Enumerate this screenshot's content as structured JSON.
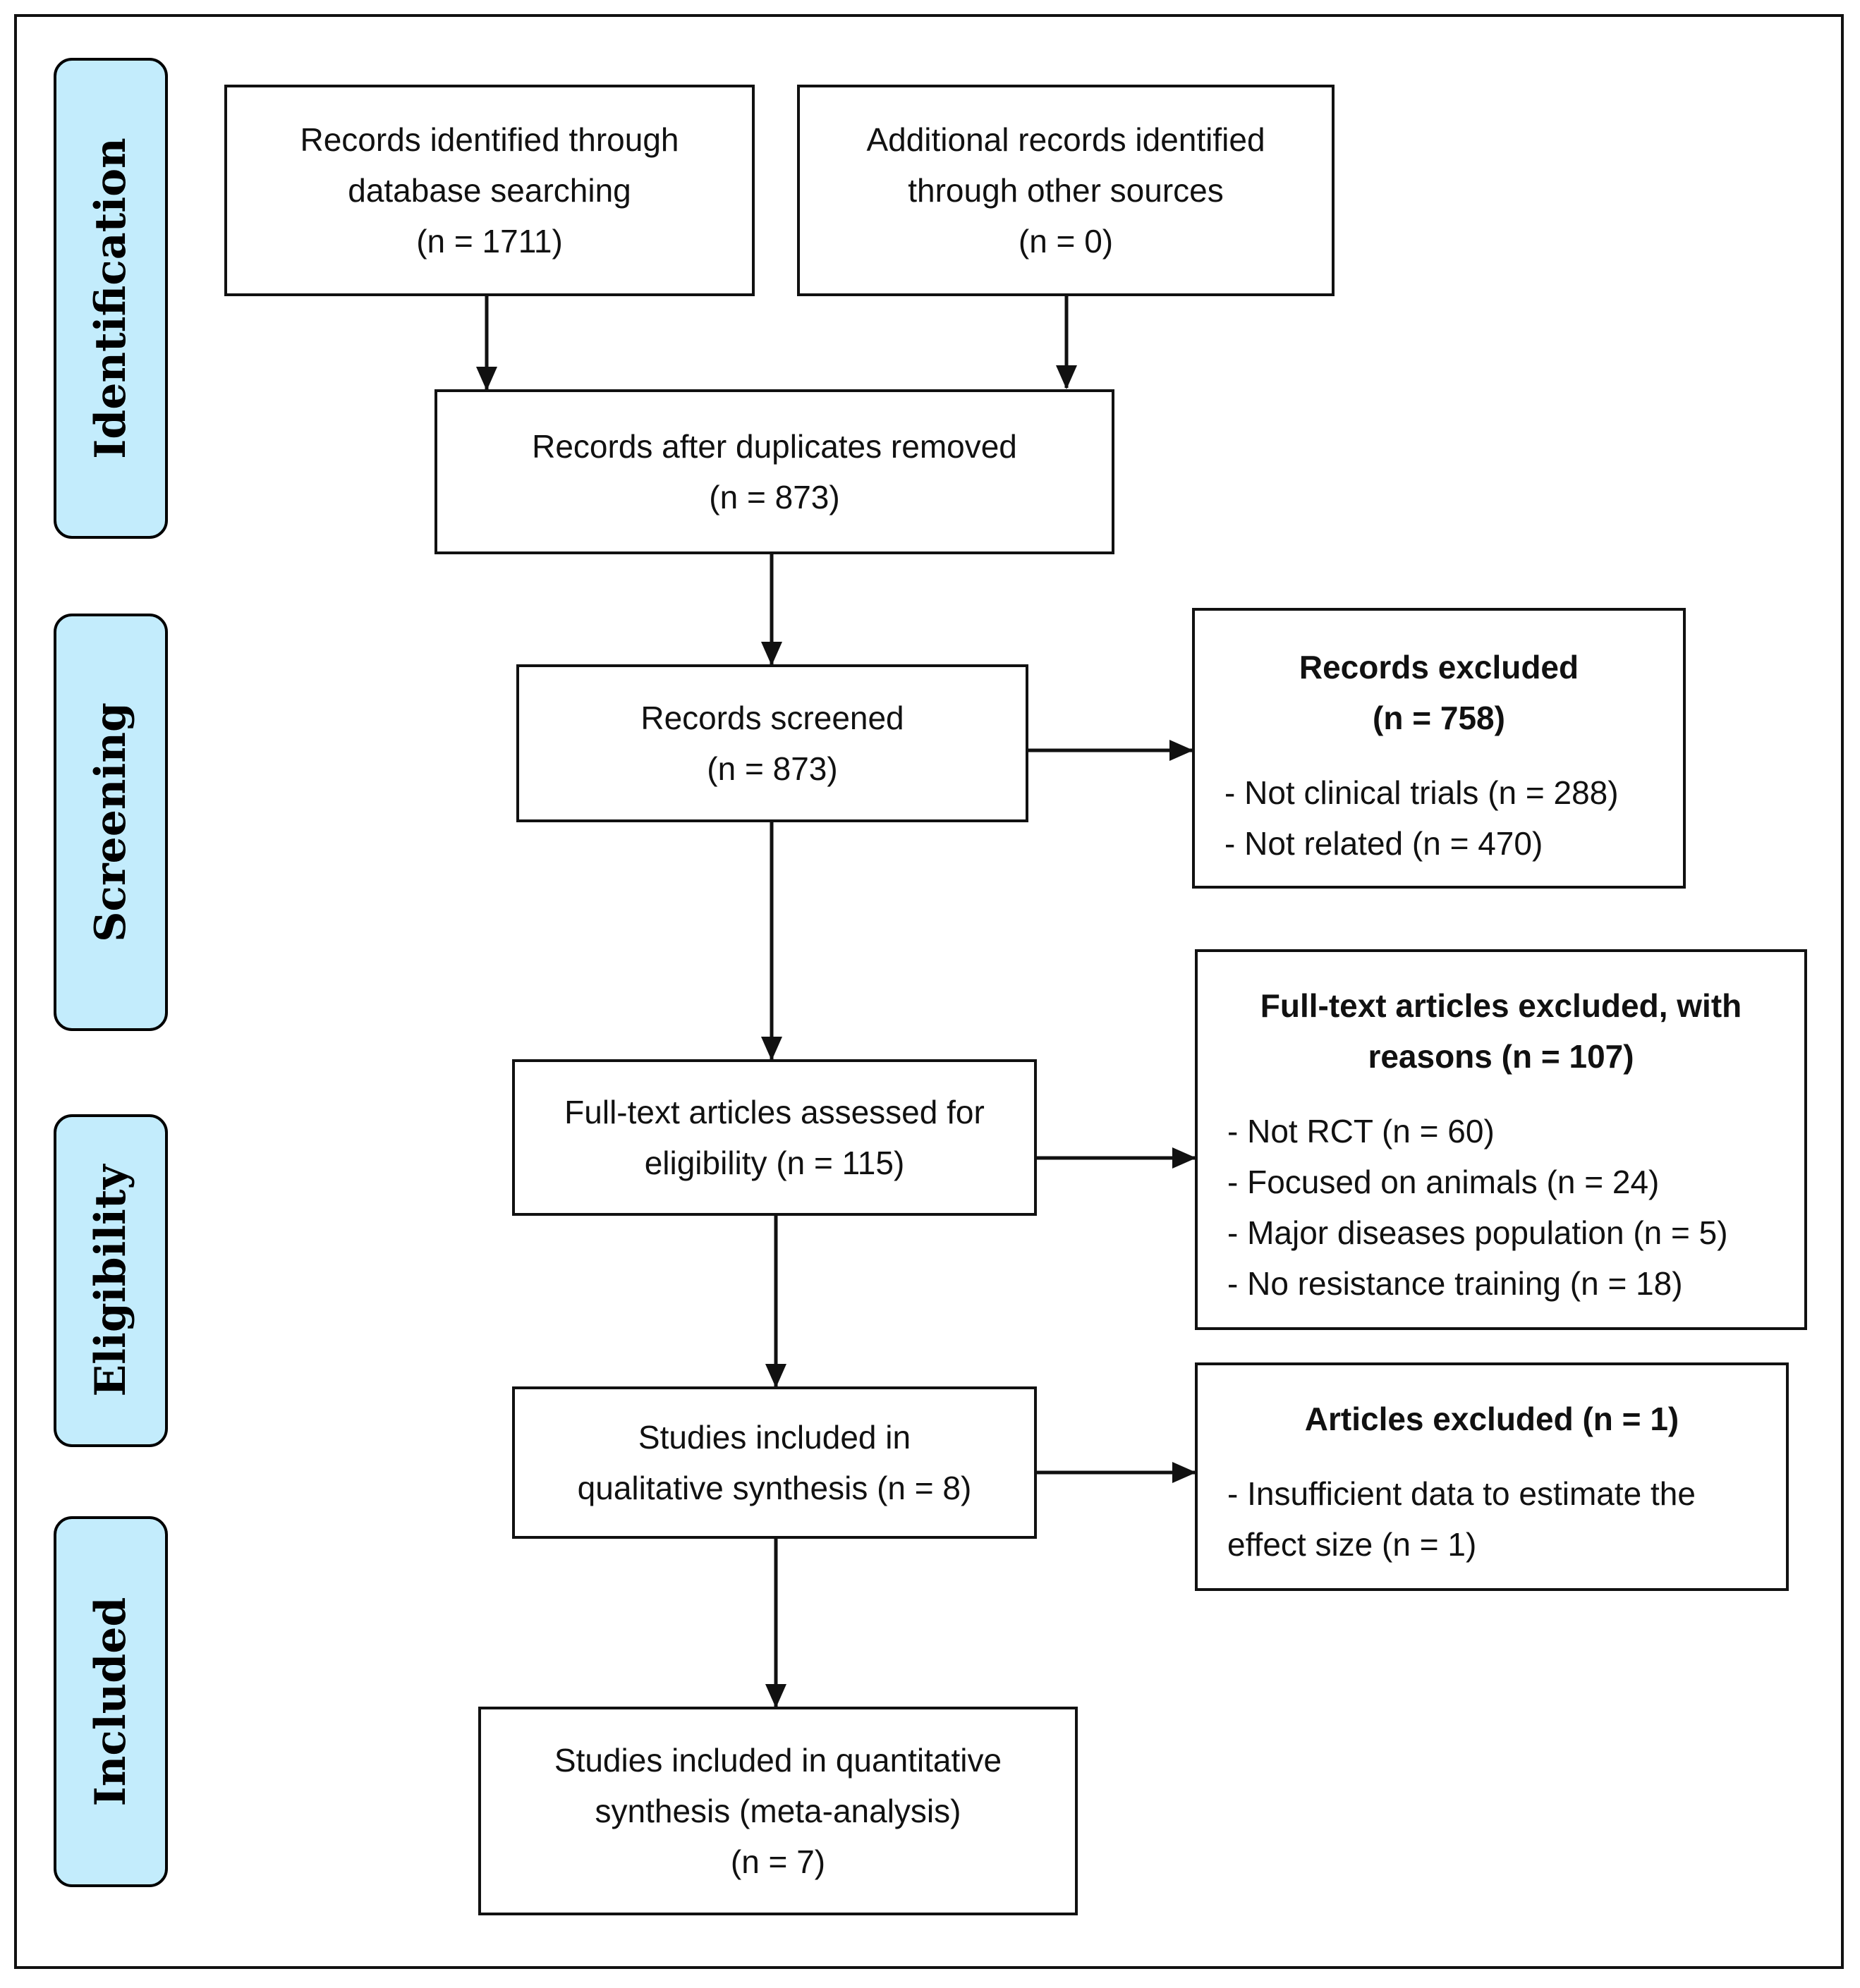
{
  "phases": {
    "identification": "Identification",
    "screening": "Screening",
    "eligibility": "Eligibility",
    "included": "Included"
  },
  "database_records": {
    "line1": "Records identified through",
    "line2": "database searching",
    "count": "(n = 1711)"
  },
  "other_records": {
    "line1": "Additional records identified",
    "line2": "through other sources",
    "count": "(n = 0)"
  },
  "deduplicated": {
    "line1": "Records after duplicates removed",
    "count": "(n = 873)"
  },
  "screened": {
    "line1": "Records screened",
    "count": "(n = 873)"
  },
  "records_excluded": {
    "title": "Records excluded",
    "count": "(n = 758)",
    "items": [
      "- Not clinical trials (n = 288)",
      "- Not related (n = 470)"
    ]
  },
  "fulltext": {
    "line1": "Full-text articles assessed for",
    "line2": "eligibility (n = 115)"
  },
  "fulltext_excluded": {
    "title1": "Full-text articles excluded, with",
    "title2": "reasons (n = 107)",
    "items": [
      "- Not RCT (n = 60)",
      "- Focused on animals (n = 24)",
      "- Major diseases population (n = 5)",
      "- No resistance training (n = 18)"
    ]
  },
  "qualitative": {
    "line1": "Studies included in",
    "line2": "qualitative synthesis (n = 8)"
  },
  "articles_excluded": {
    "title": "Articles excluded (n = 1)",
    "items": [
      "- Insufficient data to estimate the",
      "effect size (n = 1)"
    ]
  },
  "quantitative": {
    "line1": "Studies included in quantitative",
    "line2": "synthesis (meta-analysis)",
    "count": "(n = 7)"
  }
}
